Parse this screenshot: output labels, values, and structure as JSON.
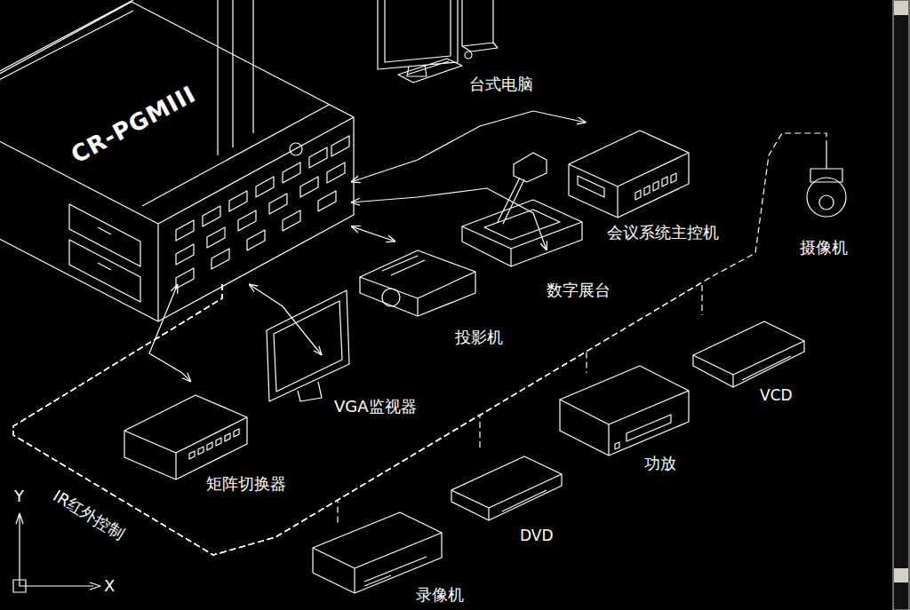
{
  "diagram": {
    "nodes": [
      {
        "text": [
          "CR-PGMIII"
        ]
      },
      {
        "text": [
          "台式电脑"
        ]
      },
      {
        "text": [
          "会议系统主控机"
        ]
      },
      {
        "text": [
          "摄像机"
        ]
      },
      {
        "text": [
          "数字展台"
        ]
      },
      {
        "text": [
          "投影机"
        ]
      },
      {
        "text": [
          "VGA监视器"
        ]
      },
      {
        "text": [
          "矩阵切换器"
        ]
      },
      {
        "text": [
          "VCD"
        ]
      },
      {
        "text": [
          "功放"
        ]
      },
      {
        "text": [
          "DVD"
        ]
      },
      {
        "text": [
          "录像机"
        ]
      }
    ],
    "edges": [
      {
        "from": 0,
        "to": 2,
        "arrow": "both"
      },
      {
        "from": 0,
        "to": 4,
        "arrow": "both"
      },
      {
        "from": 0,
        "to": 5,
        "arrow": "both"
      },
      {
        "from": 0,
        "to": 6,
        "arrow": "both"
      },
      {
        "from": 0,
        "to": 7,
        "arrow": "both"
      },
      {
        "from": 0,
        "to": 11,
        "arrow": "none"
      },
      {
        "from": 0,
        "to": 10,
        "arrow": "none"
      },
      {
        "from": 0,
        "to": 9,
        "arrow": "none"
      },
      {
        "from": 0,
        "to": 8,
        "arrow": "none"
      },
      {
        "from": 0,
        "to": 3,
        "arrow": "none"
      }
    ],
    "labels": [
      "IR红外控制",
      "Y",
      "X"
    ]
  }
}
